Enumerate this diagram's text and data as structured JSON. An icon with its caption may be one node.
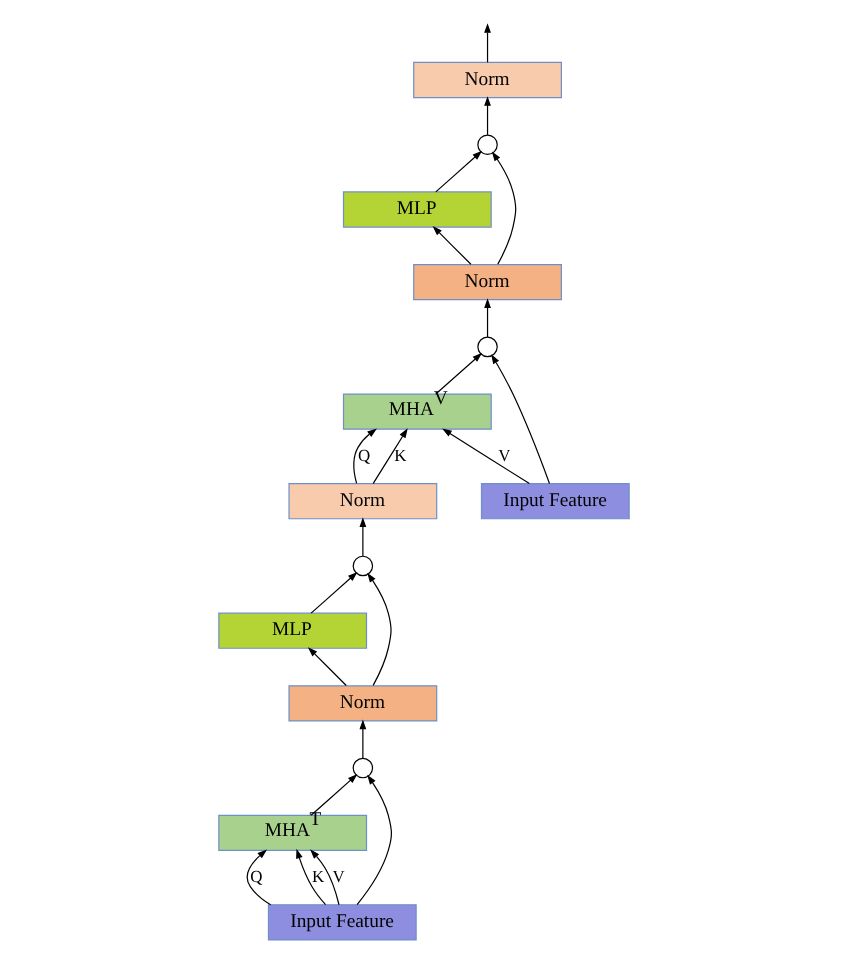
{
  "diagram": {
    "nodes": [
      {
        "text": [
          "Input Feature"
        ]
      },
      {
        "text": [
          "MHA$^{T}$"
        ]
      },
      {
        "text": [],
        "shape": "circle"
      },
      {
        "text": [
          "Norm"
        ]
      },
      {
        "text": [
          "MLP"
        ]
      },
      {
        "text": [],
        "shape": "circle"
      },
      {
        "text": [
          "Norm"
        ]
      },
      {
        "text": [
          "Input Feature"
        ]
      },
      {
        "text": [
          "MHA$^{V}$"
        ]
      },
      {
        "text": [],
        "shape": "circle"
      },
      {
        "text": [
          "Norm"
        ]
      },
      {
        "text": [
          "MLP"
        ]
      },
      {
        "text": [],
        "shape": "circle"
      },
      {
        "text": [
          "Norm"
        ]
      }
    ],
    "edges": [
      {
        "from": 0,
        "to": 1,
        "arrow": "to",
        "label": "Q"
      },
      {
        "from": 0,
        "to": 1,
        "arrow": "to",
        "label": "K"
      },
      {
        "from": 0,
        "to": 1,
        "arrow": "to",
        "label": "V"
      },
      {
        "from": 0,
        "to": 2,
        "arrow": "to"
      },
      {
        "from": 1,
        "to": 2,
        "arrow": "to"
      },
      {
        "from": 2,
        "to": 3,
        "arrow": "to"
      },
      {
        "from": 3,
        "to": 4,
        "arrow": "to"
      },
      {
        "from": 3,
        "to": 5,
        "arrow": "to"
      },
      {
        "from": 4,
        "to": 5,
        "arrow": "to"
      },
      {
        "from": 5,
        "to": 6,
        "arrow": "to"
      },
      {
        "from": 6,
        "to": 8,
        "arrow": "to",
        "label": "Q"
      },
      {
        "from": 6,
        "to": 8,
        "arrow": "to",
        "label": "K"
      },
      {
        "from": 7,
        "to": 8,
        "arrow": "to",
        "label": "V"
      },
      {
        "from": 7,
        "to": 9,
        "arrow": "to"
      },
      {
        "from": 8,
        "to": 9,
        "arrow": "to"
      },
      {
        "from": 9,
        "to": 10,
        "arrow": "to"
      },
      {
        "from": 10,
        "to": 11,
        "arrow": "to"
      },
      {
        "from": 10,
        "to": 12,
        "arrow": "to"
      },
      {
        "from": 11,
        "to": 12,
        "arrow": "to"
      },
      {
        "from": 12,
        "to": 13,
        "arrow": "to"
      },
      {
        "from": 13,
        "to": null,
        "arrow": "to"
      }
    ]
  }
}
